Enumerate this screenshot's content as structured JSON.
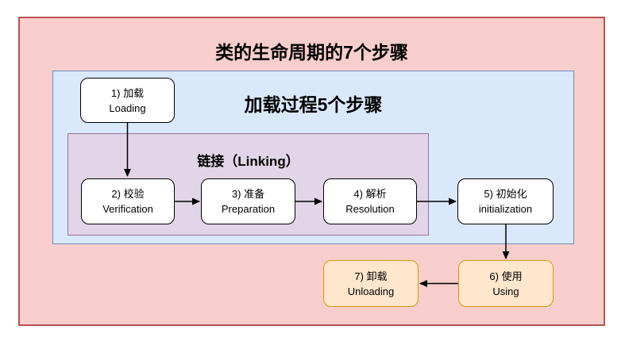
{
  "diagram": {
    "title": "类的生命周期的7个步骤",
    "groups": {
      "loading_process": {
        "title": "加载过程5个步骤"
      },
      "linking": {
        "title": "链接（Linking）"
      }
    },
    "nodes": [
      {
        "label_zh": "1) 加载",
        "label_en": "Loading"
      },
      {
        "label_zh": "2) 校验",
        "label_en": "Verification"
      },
      {
        "label_zh": "3) 准备",
        "label_en": "Preparation"
      },
      {
        "label_zh": "4) 解析",
        "label_en": "Resolution"
      },
      {
        "label_zh": "5) 初始化",
        "label_en": "initialization"
      },
      {
        "label_zh": "6) 使用",
        "label_en": "Using"
      },
      {
        "label_zh": "7) 卸载",
        "label_en": "Unloading"
      }
    ],
    "colors": {
      "outer-fill": "#F8CECC",
      "outer-stroke": "#B85450",
      "blue-fill": "#DAE8FC",
      "blue-stroke": "#6C8EBF",
      "purple-fill": "#E1D5E7",
      "purple-stroke": "#9673A6",
      "orange-fill": "#FFE6CC",
      "orange-stroke": "#D79B00",
      "node-fill": "#FFFFFF",
      "node-stroke": "#000000",
      "arrow": "#000000"
    }
  }
}
